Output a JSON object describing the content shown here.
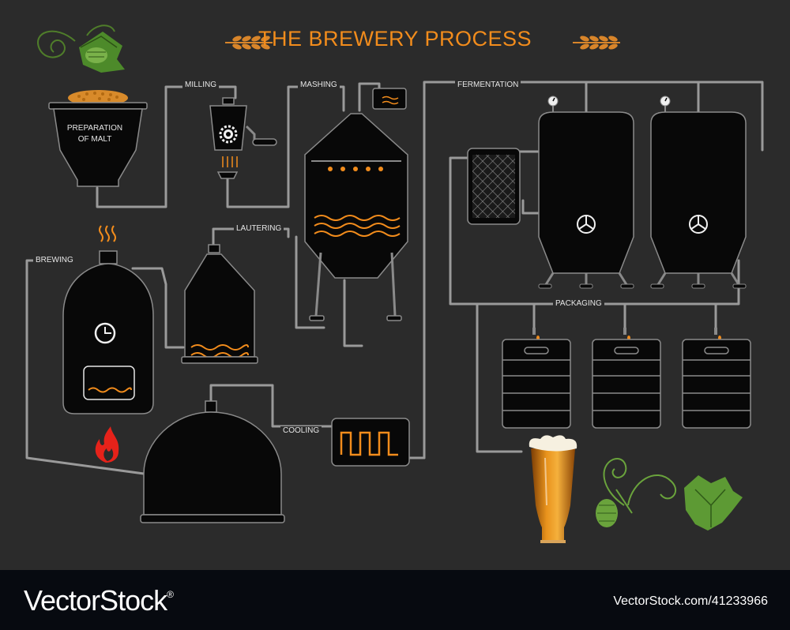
{
  "title": "THE BREWERY PROCESS",
  "steps": {
    "preparation": "PREPARATION\nOF MALT",
    "milling": "MILLING",
    "mashing": "MASHING",
    "fermentation": "FERMENTATION",
    "lautering": "LAUTERING",
    "brewing": "BREWING",
    "packaging": "PACKAGING",
    "cooling": "COOLING"
  },
  "footer": {
    "brand": "VectorStock",
    "trademark": "®",
    "credit": "VectorStock.com/41233966"
  },
  "colors": {
    "background": "#2b2b2b",
    "pipe": "#9a9a9a",
    "vessel": "#080808",
    "accent_orange": "#f28c1c",
    "hop_green": "#6aa33c",
    "footer": "#070a10"
  }
}
